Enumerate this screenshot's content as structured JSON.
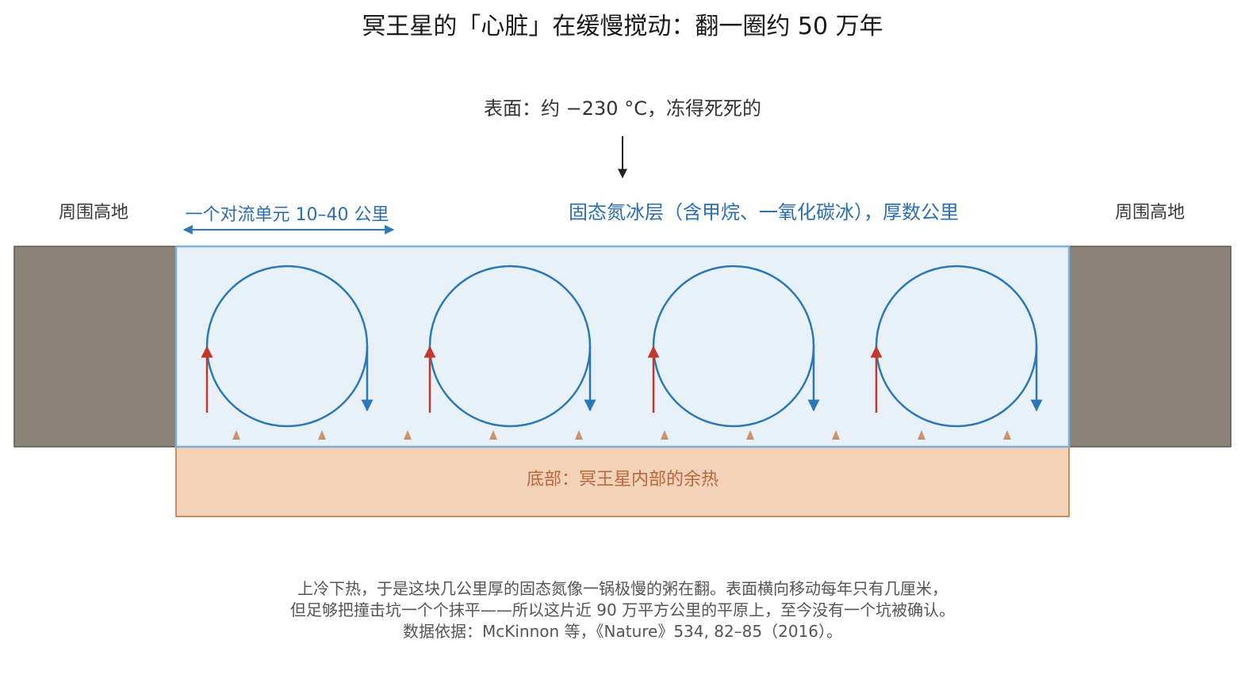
{
  "title": "冥王星的「心脏」在缓慢搅动：翻一圈约 50 万年",
  "surface_label": "表面：约 −230 °C，冻得死死的",
  "highland_left": "周围高地",
  "highland_right": "周围高地",
  "cell_width_label": "一个对流单元 10–40 公里",
  "ice_layer_label": "固态氮冰层（含甲烷、一氧化碳冰），厚数公里",
  "heat_label": "底部：冥王星内部的余热",
  "caption": {
    "line1": "上冷下热，于是这块几公里厚的固态氮像一锅极慢的粥在翻。表面横向移动每年只有几厘米，",
    "line2": "但足够把撞击坑一个个抹平——所以这片近 90 万平方公里的平原上，至今没有一个坑被确认。",
    "line3": "数据依据：McKinnon 等，《Nature》534, 82–85（2016）。"
  },
  "convection_cells": 4,
  "heat_arrows": 10,
  "colors": {
    "highland": "#8b8378",
    "ice_fill": "#e8f1f8",
    "ice_border": "#7fb1da",
    "cell_stroke": "#2b78b8",
    "upwelling": "#c0392b",
    "heat_fill": "#f2d2b9",
    "heat_border": "#d08a5c",
    "heat_arrow": "#c99069"
  }
}
